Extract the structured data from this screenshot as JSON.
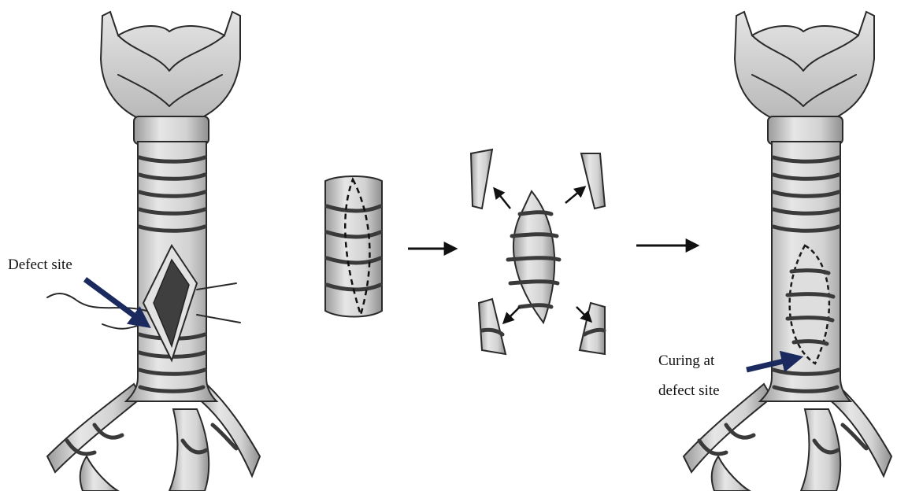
{
  "figure": {
    "labels": {
      "defect_site": "Defect site",
      "curing_line1": "Curing at",
      "curing_line2": "defect site"
    },
    "colors": {
      "annotation_arrow": "#1b2a5e",
      "flow_arrow": "#111111",
      "tissue_fill": "#d6d6d6",
      "tissue_ink": "#2a2a2a"
    },
    "panels": [
      "trachea-with-defect",
      "graft-segment",
      "trimmed-graft",
      "trachea-repaired"
    ]
  }
}
